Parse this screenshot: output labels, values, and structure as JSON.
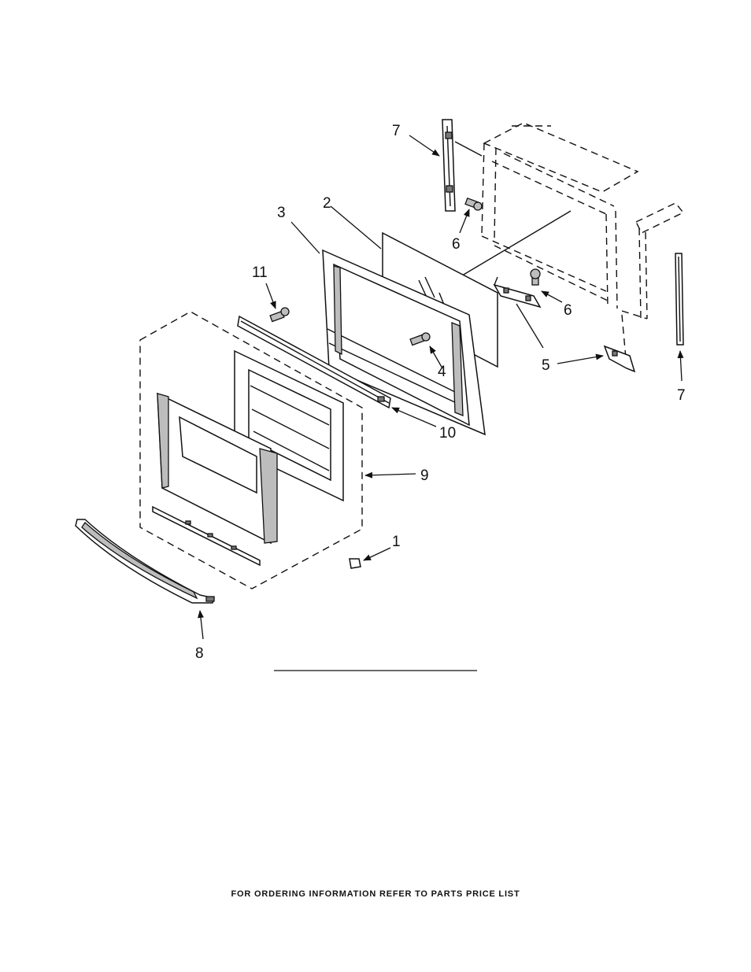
{
  "callouts": {
    "c1": "1",
    "c2": "2",
    "c3": "3",
    "c4": "4",
    "c5a": "5",
    "c5b": "5",
    "c6a": "6",
    "c6b": "6",
    "c7a": "7",
    "c7b": "7",
    "c8": "8",
    "c9": "9",
    "c10": "10",
    "c11": "11"
  },
  "footer": {
    "text": "FOR ORDERING INFORMATION REFER TO PARTS PRICE LIST"
  }
}
